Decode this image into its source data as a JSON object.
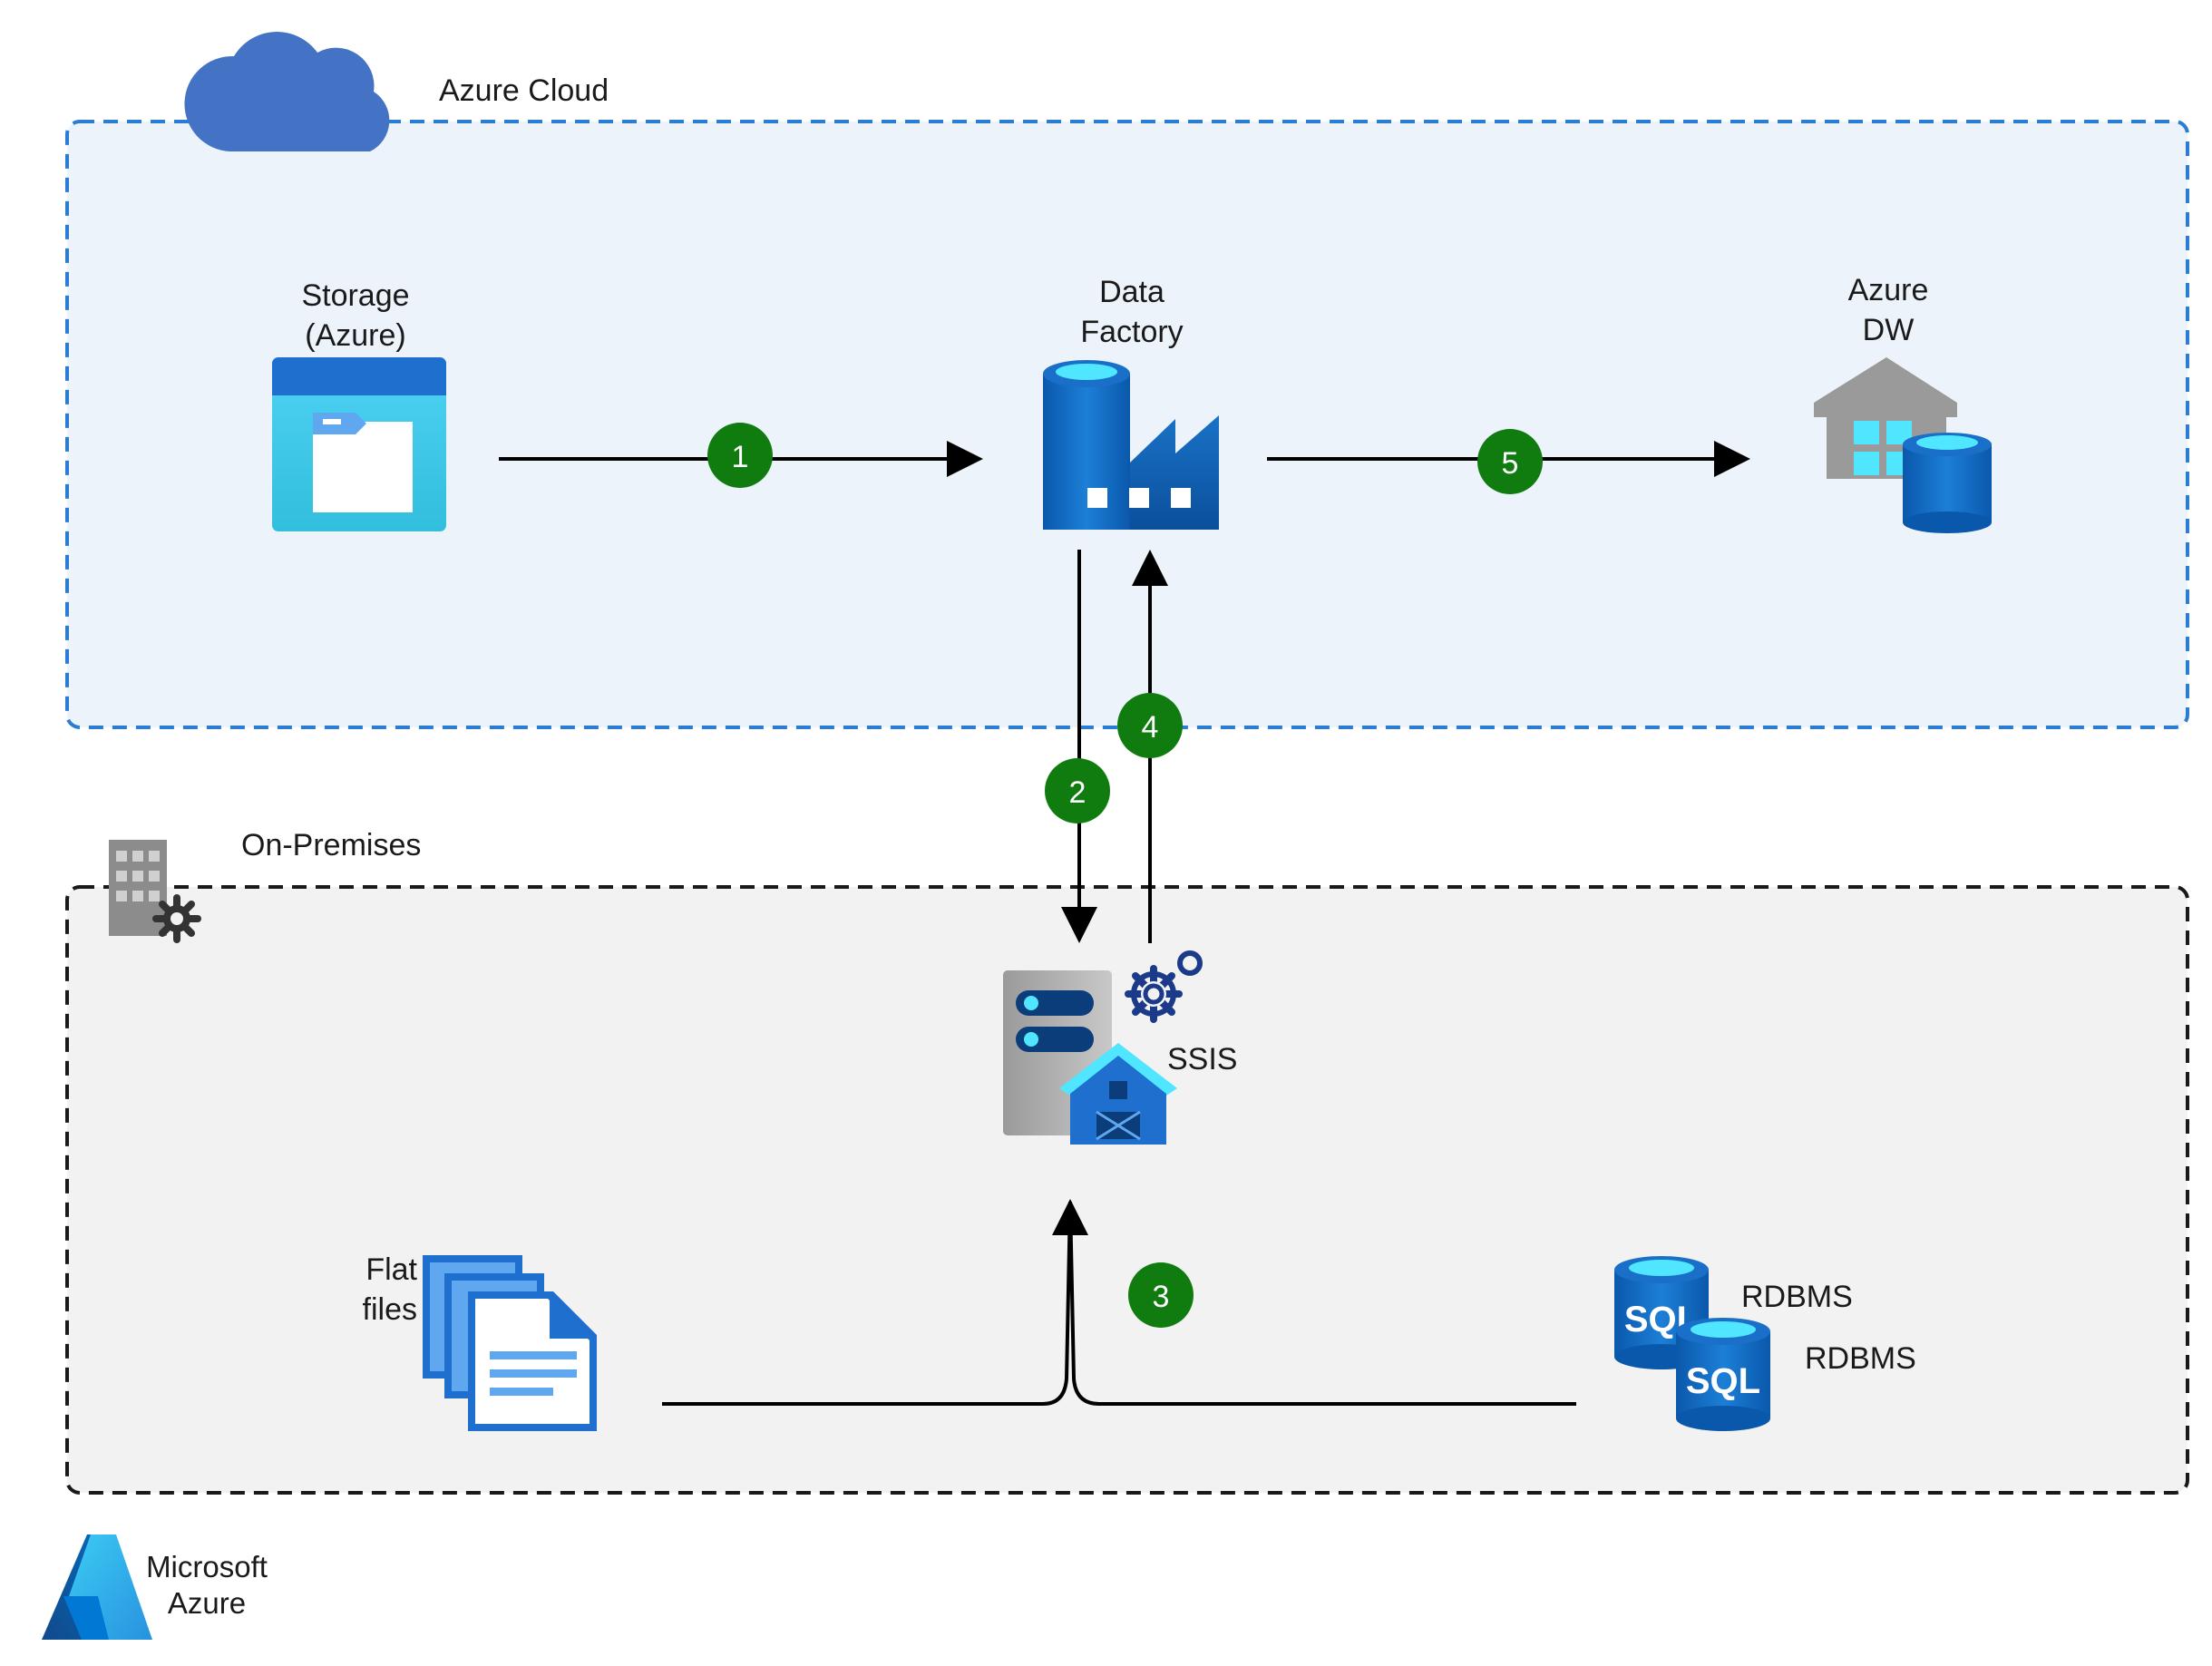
{
  "zones": {
    "cloud_label": "Azure Cloud",
    "onprem_label": "On-Premises"
  },
  "nodes": {
    "storage": {
      "line1": "Storage",
      "line2": "(Azure)",
      "icon": "storage-account-icon"
    },
    "data_factory": {
      "line1": "Data",
      "line2": "Factory",
      "icon": "data-factory-icon"
    },
    "azure_dw": {
      "line1": "Azure",
      "line2": "DW",
      "icon": "data-warehouse-icon"
    },
    "ssis": {
      "label": "SSIS",
      "icon": "ssis-server-icon"
    },
    "flat_files": {
      "line1": "Flat",
      "line2": "files",
      "icon": "flat-files-icon"
    },
    "rdbms_1": {
      "label": "RDBMS",
      "icon": "sql-database-icon",
      "icon_text": "SQL"
    },
    "rdbms_2": {
      "label": "RDBMS",
      "icon": "sql-database-icon",
      "icon_text": "SQL"
    }
  },
  "steps": [
    "1",
    "2",
    "3",
    "4",
    "5"
  ],
  "brand": {
    "line1": "Microsoft",
    "line2": "Azure",
    "icon": "azure-logo-icon"
  },
  "colors": {
    "cloud_zone_fill": "#ecf3fb",
    "cloud_zone_border": "#2b7cd3",
    "onprem_zone_fill": "#f2f2f2",
    "onprem_zone_border": "#1a1a1a",
    "step_badge": "#107c10",
    "azure_blue": "#0078d4",
    "cloud_icon": "#4472c4"
  }
}
